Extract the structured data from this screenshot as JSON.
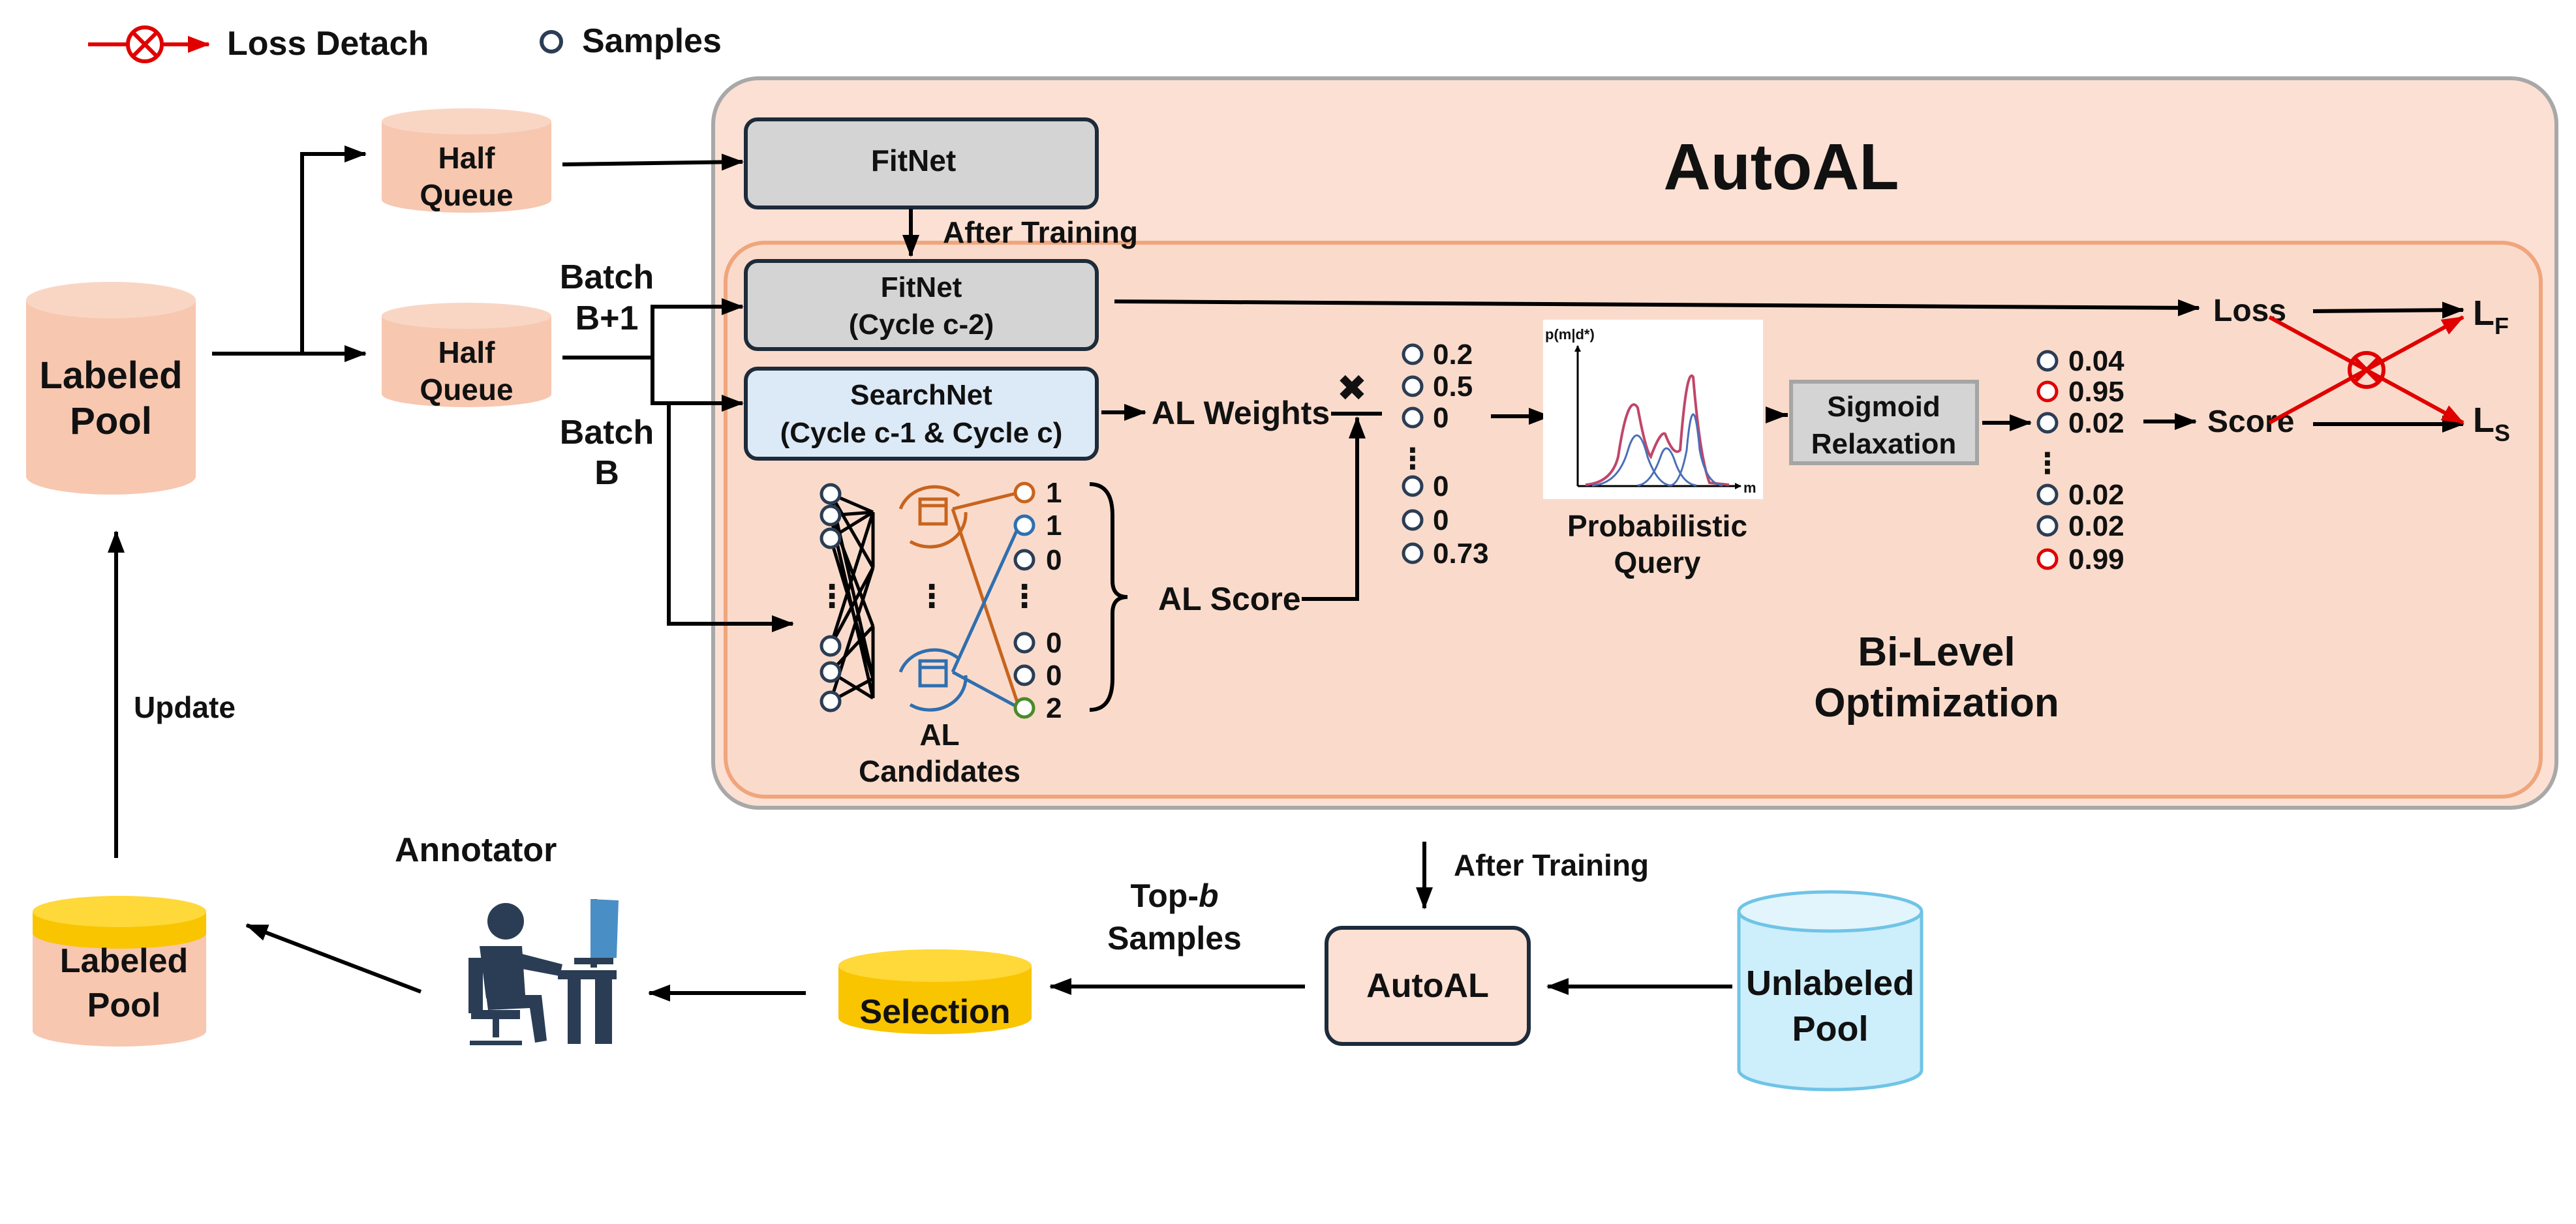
{
  "legend": {
    "loss_detach": "Loss Detach",
    "samples": "Samples"
  },
  "labeled_pool": {
    "line1": "Labeled",
    "line2": "Pool"
  },
  "half_queue_top": {
    "line1": "Half",
    "line2": "Queue"
  },
  "half_queue_bottom": {
    "line1": "Half",
    "line2": "Queue"
  },
  "batch_b_plus_1": {
    "line1": "Batch",
    "line2": "B+1"
  },
  "batch_b": {
    "line1": "Batch",
    "line2": "B"
  },
  "autoal_title": "AutoAL",
  "fitnet_top": "FitNet",
  "after_training_top": "After Training",
  "fitnet_cycle": {
    "line1": "FitNet",
    "line2": "(Cycle c-2)"
  },
  "searchnet": {
    "line1": "SearchNet",
    "line2": "(Cycle c-1 & Cycle c)"
  },
  "al_weights": "AL Weights",
  "multiply_symbol": "✖",
  "al_score": "AL Score",
  "al_candidates": {
    "line1": "AL",
    "line2": "Candidates"
  },
  "candidate_scores": [
    "1",
    "1",
    "0",
    "0",
    "0",
    "2"
  ],
  "weights_values": [
    "0.2",
    "0.5",
    "0",
    "0",
    "0",
    "0.73"
  ],
  "prob_query": {
    "line1": "Probabilistic",
    "line2": "Query",
    "ylabel": "p(m|d*)",
    "xlabel": "m"
  },
  "sigmoid": {
    "line1": "Sigmoid",
    "line2": "Relaxation"
  },
  "relaxed_values": [
    "0.04",
    "0.95",
    "0.02",
    "0.02",
    "0.02",
    "0.99"
  ],
  "loss_label": "Loss",
  "score_label": "Score",
  "lf": {
    "main": "L",
    "sub": "F"
  },
  "ls": {
    "main": "L",
    "sub": "S"
  },
  "bilevel": {
    "line1": "Bi-Level",
    "line2": "Optimization"
  },
  "update": "Update",
  "after_training_bottom": "After Training",
  "annotator": "Annotator",
  "labeled_pool_bottom": {
    "line1": "Labeled",
    "line2": "Pool"
  },
  "selection": "Selection",
  "topb": {
    "line1_prefix": "Top-",
    "line1_italic": "b",
    "line2": "Samples"
  },
  "autoal_box": "AutoAL",
  "unlabeled_pool": {
    "line1": "Unlabeled",
    "line2": "Pool"
  },
  "colors": {
    "salmon": "#f7c7b0",
    "outer_panel": "#fbe0d3",
    "inner_panel_border": "#f0a57c",
    "gray_box": "#d4d4d4",
    "blue_box": "#dce9f6",
    "yellow": "#f9c400",
    "cyan": "#cdeefb",
    "red": "#e00000",
    "navy": "#2b3d54"
  }
}
